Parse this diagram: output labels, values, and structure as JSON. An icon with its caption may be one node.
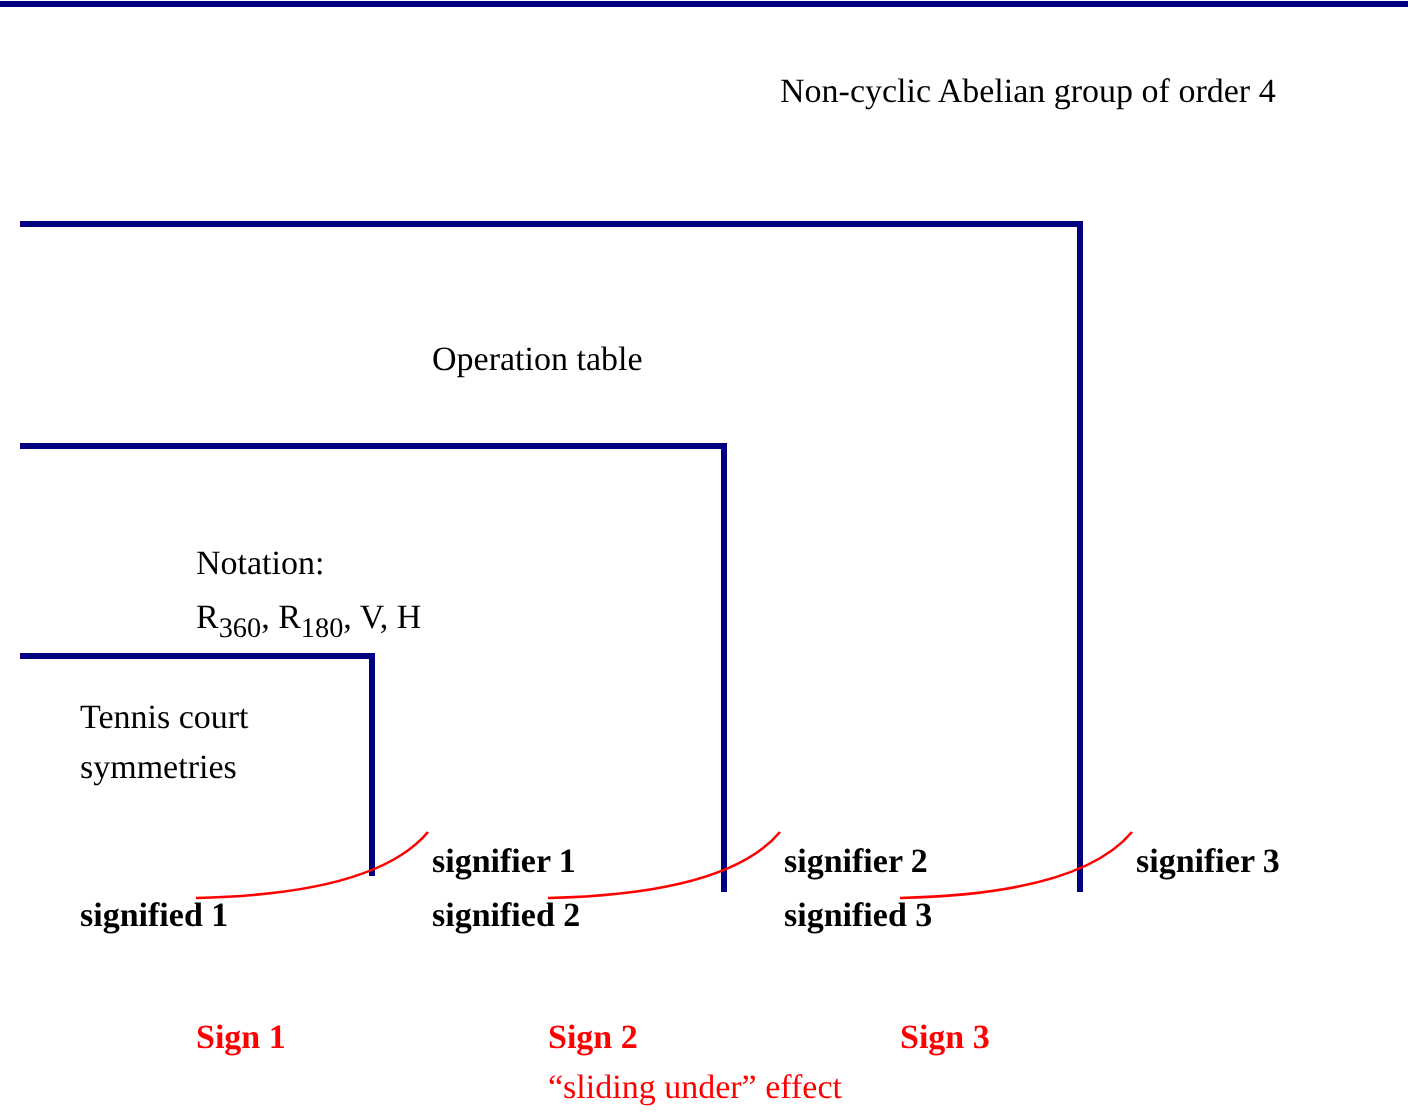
{
  "diagram": {
    "nodes": [
      {
        "text": [
          "signifier 1"
        ]
      },
      {
        "text": [
          "signified 1"
        ]
      },
      {
        "text": [
          "signifier 2"
        ]
      },
      {
        "text": [
          "signified 2"
        ]
      },
      {
        "text": [
          "signifier 3"
        ]
      },
      {
        "text": [
          "signified 3"
        ]
      }
    ],
    "edges": [
      {
        "from": 1,
        "to": 0,
        "arrow": "none"
      },
      {
        "from": 3,
        "to": 2,
        "arrow": "none"
      },
      {
        "from": 5,
        "to": 4,
        "arrow": "none"
      }
    ],
    "labels": [
      "Non-cyclic Abelian group of order 4",
      "Operation table",
      "Notation:",
      "R$_{360}$, R$_{180}$, V, H",
      "Tennis court symmetries",
      "Sign 1",
      "Sign 2",
      "Sign 3",
      "“sliding under” effect"
    ]
  }
}
